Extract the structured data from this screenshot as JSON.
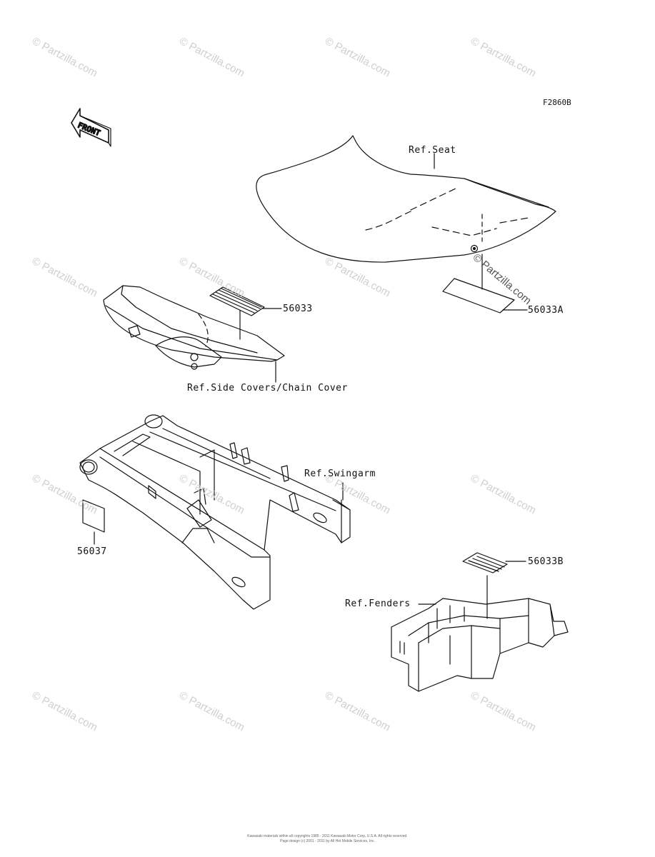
{
  "figure_code": "F2860B",
  "front_label": "FRONT",
  "labels": {
    "ref_seat": "Ref.Seat",
    "ref_side_covers": "Ref.Side Covers/Chain Cover",
    "ref_swingarm": "Ref.Swingarm",
    "ref_fenders": "Ref.Fenders"
  },
  "parts": {
    "p56033": "56033",
    "p56033a": "56033A",
    "p56037": "56037",
    "p56033b": "56033B"
  },
  "watermark": "© Partzilla.com",
  "watermark_center": "© Partzilla.com",
  "copyright_line1": "Kawasaki materials within all copyrights 1985 - 2011 Kawasaki Motor Corp, U.S.A. All rights reserved.",
  "copyright_line2": "Page design (c) 2001 - 2011 by All Hot Mobile Services, Inc."
}
